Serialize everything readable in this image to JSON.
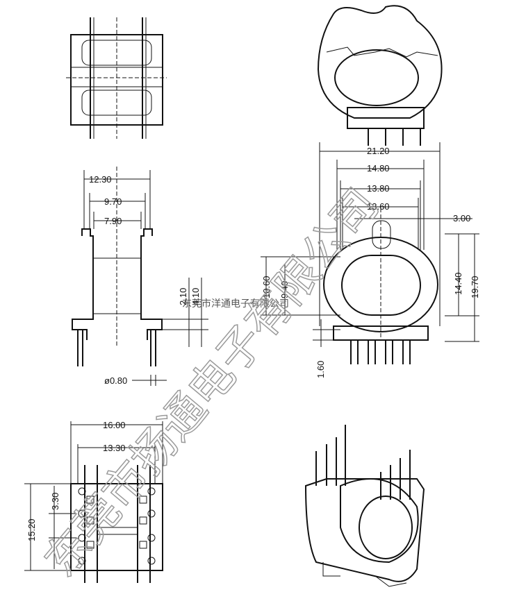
{
  "dimensions": {
    "d1": "12.30",
    "d2": "9.70",
    "d3": "7.90",
    "d4": "2.10",
    "d5": "4.10",
    "d6": "10.60",
    "d7": "9.40",
    "d8": "21.20",
    "d9": "14.80",
    "d10": "13.80",
    "d11": "13.60",
    "d12": "3.00",
    "d13": "14.40",
    "d14": "19.70",
    "d15": "1.60",
    "d16": "ø0.80",
    "d17": "16.00",
    "d18": "13.30",
    "d19": "15.20",
    "d20": "3.30"
  },
  "watermark": {
    "small": "东莞市洋通电子有限公司",
    "big": "东莞市扬通电子有限公司"
  }
}
